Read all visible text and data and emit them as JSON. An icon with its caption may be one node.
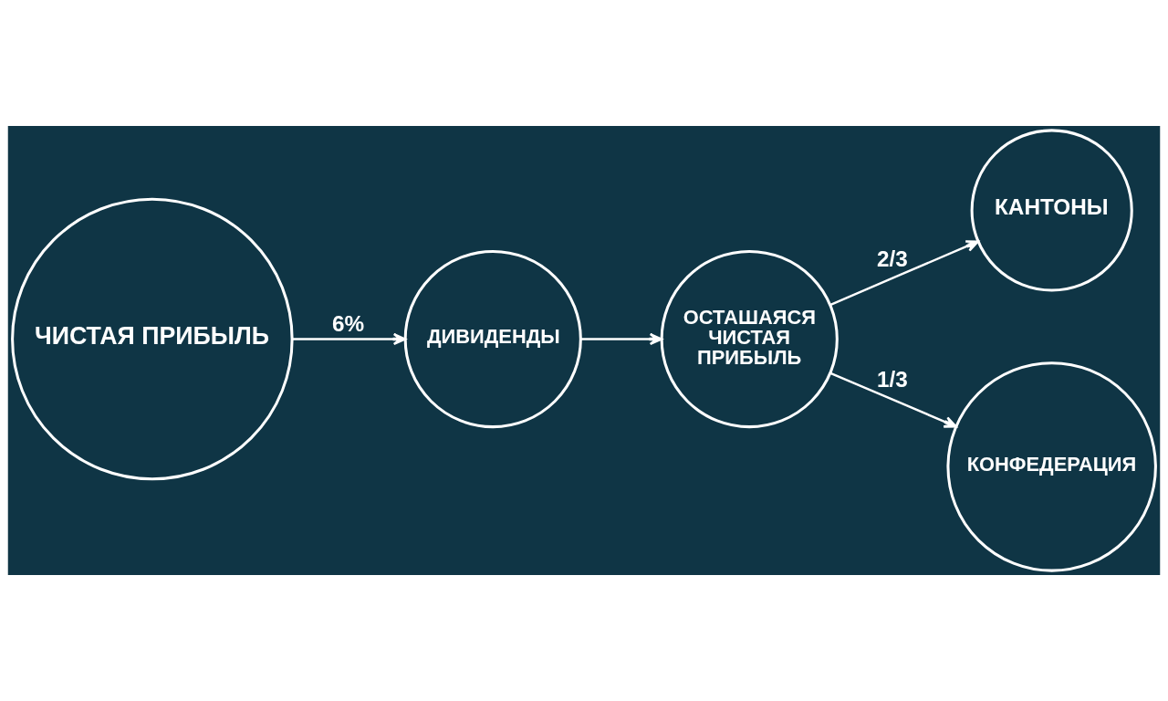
{
  "diagram": {
    "nodes": [
      {
        "text": [
          "ЧИСТАЯ ПРИБЫЛЬ"
        ]
      },
      {
        "text": [
          "ДИВИДЕНДЫ"
        ]
      },
      {
        "text": [
          "ОСТАШАЯСЯ ЧИСТАЯ ПРИБЫЛЬ"
        ]
      },
      {
        "text": [
          "КАНТОНЫ"
        ]
      },
      {
        "text": [
          "КОНФЕДЕРАЦИЯ"
        ]
      }
    ],
    "edges": [
      {
        "from": 0,
        "to": 1,
        "arrow": "to",
        "label": "6%"
      },
      {
        "from": 1,
        "to": 2,
        "arrow": "to"
      },
      {
        "from": 2,
        "to": 3,
        "arrow": "to",
        "label": "2/3"
      },
      {
        "from": 2,
        "to": 4,
        "arrow": "to",
        "label": "1/3"
      }
    ]
  }
}
